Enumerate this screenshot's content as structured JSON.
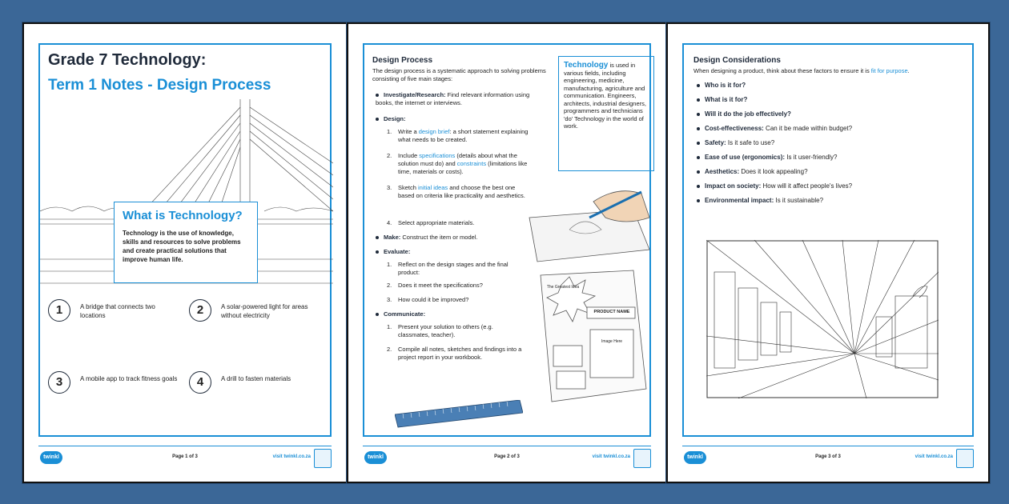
{
  "page1": {
    "title": "Grade 7 Technology:",
    "subtitle": "Term 1 Notes - Design Process",
    "box_title": "What is Technology?",
    "box_text": "Technology is the use of knowledge, skills and resources to solve problems and create practical solutions that improve human life.",
    "examples": [
      {
        "num": "1",
        "text": "A bridge that connects two locations"
      },
      {
        "num": "2",
        "text": "A solar-powered light for areas without electricity"
      },
      {
        "num": "3",
        "text": "A mobile app to track fitness goals"
      },
      {
        "num": "4",
        "text": "A drill to fasten materials"
      }
    ],
    "footer": "Page 1 of 3"
  },
  "page2": {
    "heading": "Design Process",
    "intro": "The design process is a systematic approach to solving problems consisting of five main stages:",
    "investigate_label": "Investigate/Research:",
    "investigate_text": "Find relevant information using books, the internet or interviews.",
    "design_label": "Design:",
    "design_items": [
      {
        "n": "1.",
        "a": "Write a ",
        "b": "design brief",
        "c": ": a short statement explaining what needs to be created."
      },
      {
        "n": "2.",
        "a": "Include ",
        "b": "specifications",
        "c": " (details about what the solution must do) and ",
        "d": "constraints",
        "e": " (limitations like time, materials or costs)."
      },
      {
        "n": "3.",
        "a": "Sketch ",
        "b": "initial ideas",
        "c": " and choose the best one based on criteria like practicality and aesthetics."
      },
      {
        "n": "4.",
        "a": "Select appropriate materials."
      }
    ],
    "make_label": "Make:",
    "make_text": "Construct the item or model.",
    "evaluate_label": "Evaluate:",
    "evaluate_items": [
      {
        "n": "1.",
        "t": "Reflect on the design stages and the final product:"
      },
      {
        "n": "2.",
        "t": "Does it meet the specifications?"
      },
      {
        "n": "3.",
        "t": "How could it be improved?"
      }
    ],
    "communicate_label": "Communicate:",
    "communicate_items": [
      {
        "n": "1.",
        "t": "Present your solution to others (e.g. classmates, teacher)."
      },
      {
        "n": "2.",
        "t": "Compile all notes, sketches and findings into a project report in your workbook."
      }
    ],
    "side_title": "Technology",
    "side_text": "is used in various fields, including engineering, medicine, manufacturing, agriculture and communication. Engineers, architects, industrial designers, programmers and technicians 'do' Technology in the world of work.",
    "poster_burst": "The Greatest Idea",
    "poster_name": "PRODUCT NAME",
    "poster_image": "Image Here",
    "footer": "Page 2 of 3"
  },
  "page3": {
    "heading": "Design Considerations",
    "intro_a": "When designing a product, think about these factors to ensure it is ",
    "intro_b": "fit for purpose",
    "intro_c": ".",
    "items": [
      {
        "b": "Who is it for?",
        "t": ""
      },
      {
        "b": "What is it for?",
        "t": ""
      },
      {
        "b": "Will it do the job effectively?",
        "t": ""
      },
      {
        "b": "Cost-effectiveness:",
        "t": " Can it be made within budget?"
      },
      {
        "b": "Safety:",
        "t": " Is it safe to use?"
      },
      {
        "b": "Ease of use (ergonomics):",
        "t": " Is it user-friendly?"
      },
      {
        "b": "Aesthetics:",
        "t": " Does it look appealing?"
      },
      {
        "b": "Impact on society:",
        "t": " How will it affect people's lives?"
      },
      {
        "b": "Environmental impact:",
        "t": " Is it sustainable?"
      }
    ],
    "footer": "Page 3 of 3"
  },
  "brand": {
    "logo": "twinkl",
    "url": "visit twinkl.co.za"
  },
  "colors": {
    "accent": "#1a8fd6",
    "background": "#3b6797",
    "heading": "#1f2a3a"
  }
}
